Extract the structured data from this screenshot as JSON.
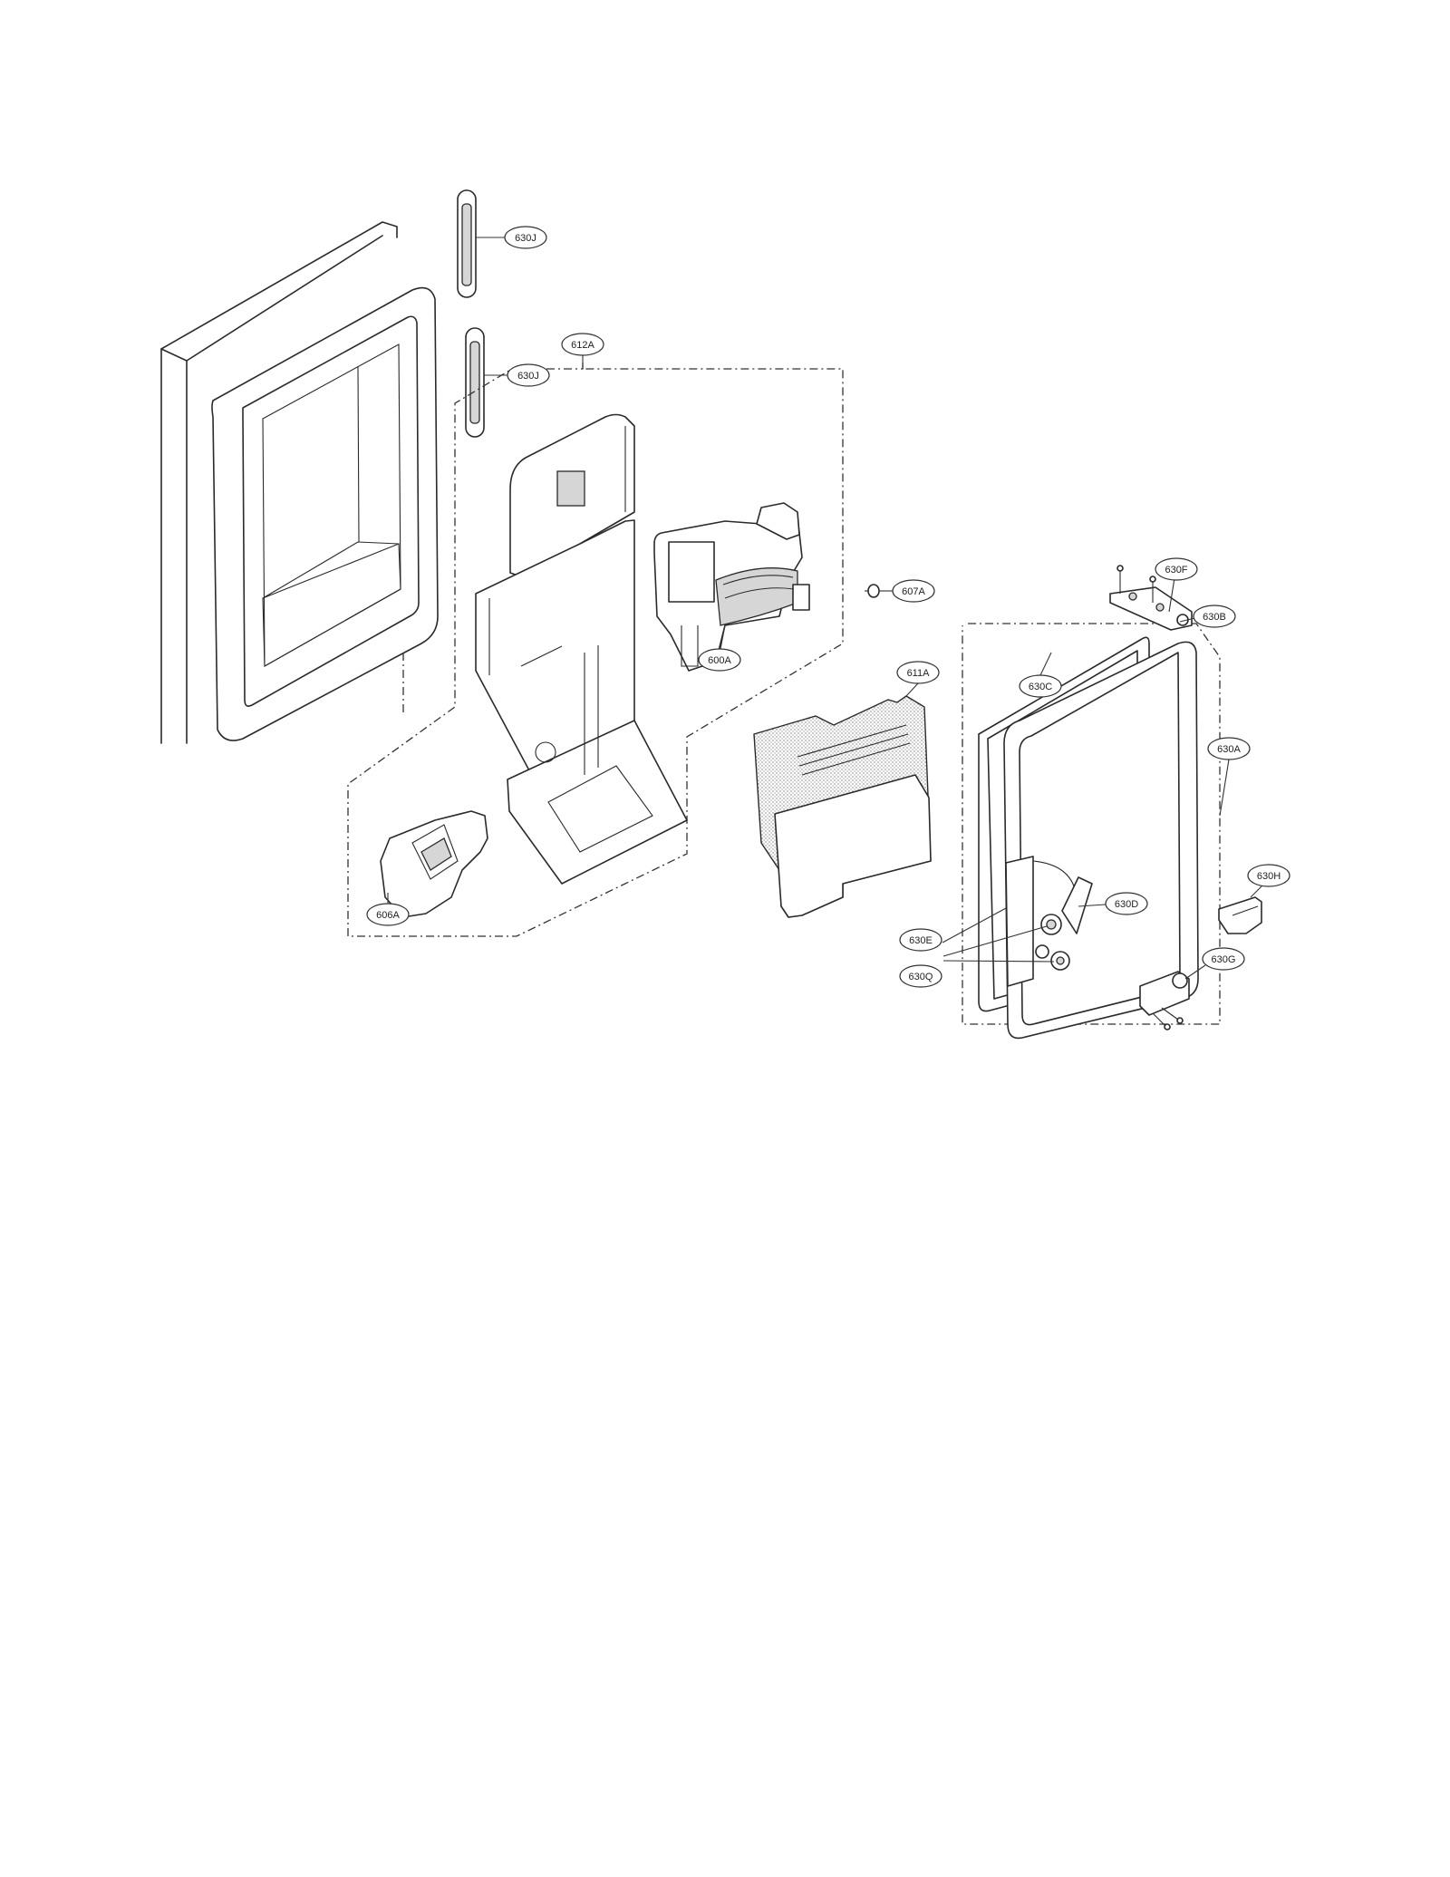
{
  "callouts": {
    "c630J_top": "630J",
    "c630J_bottom": "630J",
    "c612A": "612A",
    "c600A": "600A",
    "c607A": "607A",
    "c630F": "630F",
    "c630B": "630B",
    "c630C": "630C",
    "c611A": "611A",
    "c630A": "630A",
    "c606A": "606A",
    "c630H": "630H",
    "c630D": "630D",
    "c630E": "630E",
    "c630Q": "630Q",
    "c630G": "630G"
  },
  "icons": {
    "door": "refrigerator-door-panel",
    "ice_maker": "ice-maker-assembly",
    "bin": "ice-bin"
  }
}
